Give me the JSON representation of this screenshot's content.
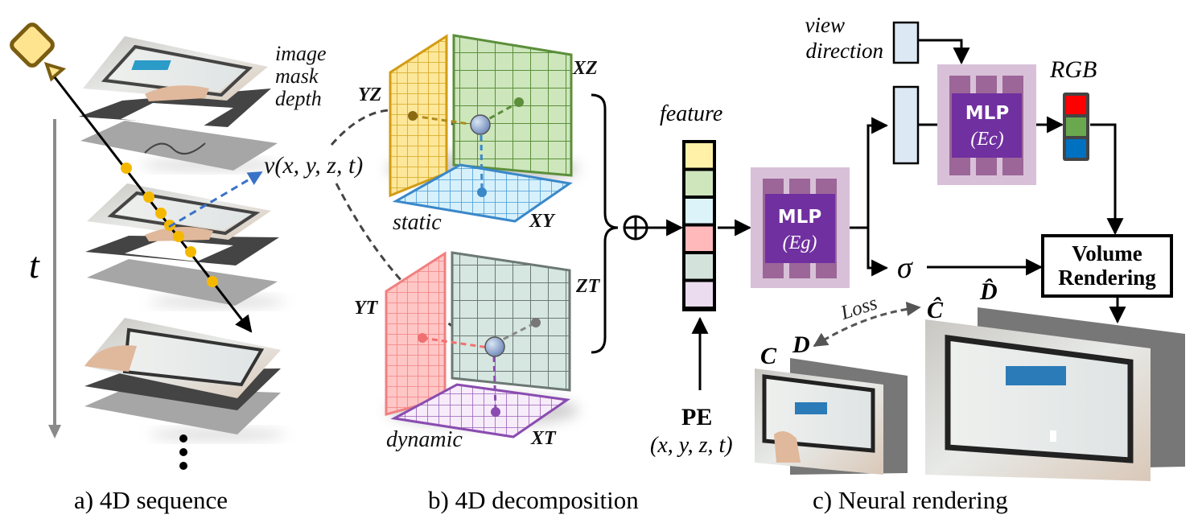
{
  "panels": {
    "a": {
      "caption": "a) 4D sequence",
      "stack_labels": [
        "image",
        "mask",
        "depth"
      ],
      "time_label": "t",
      "ray_point_label_v": "v",
      "ray_point_label_args": "(x, y, z, t)",
      "ellipsis": "⋮"
    },
    "b": {
      "caption": "b) 4D decomposition",
      "static": {
        "label": "static",
        "planes": {
          "yz": "YZ",
          "xz": "XZ",
          "xy": "XY"
        }
      },
      "dynamic": {
        "label": "dynamic",
        "planes": {
          "yt": "YT",
          "zt": "ZT",
          "xt": "XT"
        }
      }
    },
    "c": {
      "caption": "c) Neural rendering",
      "concat_symbol": "⊕",
      "feature_label": "feature",
      "pe_label": "PE",
      "pe_args": "(x, y, z, t)",
      "view_direction_label": [
        "view",
        "direction"
      ],
      "mlp_geometry": {
        "title": "MLP",
        "sub": "(Eg)"
      },
      "mlp_color": {
        "title": "MLP",
        "sub": "(Ec)"
      },
      "rgb_label": "RGB",
      "sigma_label": "σ",
      "volume_rendering_label": [
        "Volume",
        "Rendering"
      ],
      "loss_label": "Loss",
      "gt_color": "C",
      "gt_depth": "D",
      "pred_color": "Ĉ",
      "pred_depth": "D̂"
    }
  },
  "colors": {
    "feature_cells": [
      "#fff2a8",
      "#cfe6bd",
      "#dcf3fa",
      "#ffb9bb",
      "#d4e2dc",
      "#ecdcef"
    ],
    "rgb_cells": [
      "#ff0000",
      "#6aa84f",
      "#0070c0"
    ],
    "mlp_outer": "#d8c1d8",
    "mlp_bars": "#9c6699",
    "mlp_core": "#7030a0",
    "yz_plane": "#f3cf57",
    "xz_plane": "#a7d08c",
    "xy_plane": "#9dd3f0",
    "yt_plane": "#f9a3a3",
    "zt_plane": "#c9ddd6",
    "xt_plane": "#eedaf3",
    "camera": "#ffe490",
    "ray_dot": "#f5b800"
  }
}
